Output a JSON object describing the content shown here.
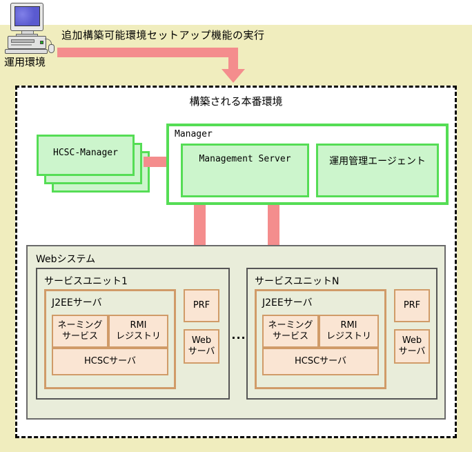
{
  "diagram": {
    "operation_env_label": "運用環境",
    "arrow_label": "追加構築可能環境セットアップ機能の実行",
    "production_title": "構築される本番環境",
    "hcsc_manager_label": "HCSC-Manager",
    "manager": {
      "title": "Manager",
      "cards": [
        {
          "label": "Management Server"
        },
        {
          "label": "運用管理エージェント"
        }
      ]
    },
    "web_system": {
      "title": "Webシステム",
      "ellipsis": "...",
      "units": [
        {
          "title": "サービスユニット1",
          "j2ee_title": "J2EEサーバ",
          "naming": "ネーミング\nサービス",
          "rmi": "RMI\nレジストリ",
          "hcsc_server": "HCSCサーバ",
          "prf": "PRF",
          "web_server": "Web\nサーバ"
        },
        {
          "title": "サービスユニットN",
          "j2ee_title": "J2EEサーバ",
          "naming": "ネーミング\nサービス",
          "rmi": "RMI\nレジストリ",
          "hcsc_server": "HCSCサーバ",
          "prf": "PRF",
          "web_server": "Web\nサーバ"
        }
      ]
    },
    "colors": {
      "page_background": "#f0edbe",
      "arrow": "#f48d8d",
      "green_border": "#55dd55",
      "green_fill": "#ccf5cc",
      "tan_border": "#d09b68",
      "peach_fill": "#fae5d3",
      "web_fill": "#e9edda"
    }
  }
}
